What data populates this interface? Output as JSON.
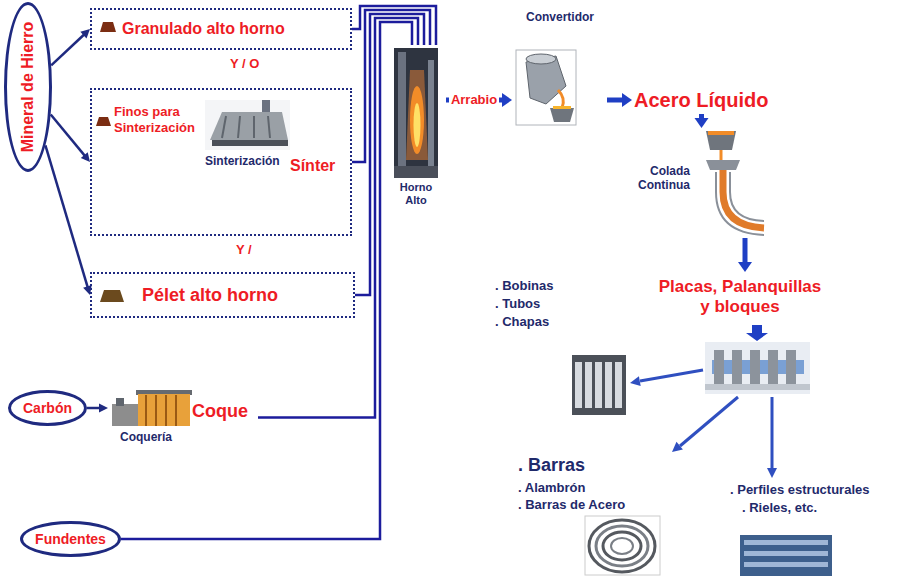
{
  "diagram": {
    "nodes": [
      {
        "text": [
          "Mineral de Hierro"
        ]
      },
      {
        "text": [
          "Granulado alto horno"
        ]
      },
      {
        "text": [
          "Finos para Sinterización",
          "Sinterización",
          "Sínter"
        ]
      },
      {
        "text": [
          "Pélet alto horno"
        ]
      },
      {
        "text": [
          "Carbón"
        ]
      },
      {
        "text": [
          "Coque",
          "Coquería"
        ]
      },
      {
        "text": [
          "Fundentes"
        ]
      },
      {
        "text": [
          "Horno Alto"
        ]
      },
      {
        "text": [
          "Convertidor"
        ]
      },
      {
        "text": [
          "Acero Líquido"
        ]
      },
      {
        "text": [
          "Colada Continua"
        ]
      },
      {
        "text": [
          "Placas, Palanquillas y bloques"
        ]
      },
      {
        "text": [
          ". Bobinas",
          ". Tubos",
          ". Chapas"
        ]
      },
      {
        "text": [
          ". Barras",
          ". Alambrón",
          ". Barras de Acero"
        ]
      },
      {
        "text": [
          ". Perfiles estructurales",
          ". Rieles, etc."
        ]
      }
    ],
    "edges": [
      {
        "from": 0,
        "to": 1,
        "arrow": "to"
      },
      {
        "from": 0,
        "to": 2,
        "arrow": "to"
      },
      {
        "from": 0,
        "to": 3,
        "arrow": "to"
      },
      {
        "from": 1,
        "to": 7,
        "arrow": "none"
      },
      {
        "from": 2,
        "to": 7,
        "arrow": "none"
      },
      {
        "from": 3,
        "to": 7,
        "arrow": "none"
      },
      {
        "from": 4,
        "to": 5,
        "arrow": "to"
      },
      {
        "from": 5,
        "to": 7,
        "arrow": "none"
      },
      {
        "from": 6,
        "to": 7,
        "arrow": "none"
      },
      {
        "from": 7,
        "to": 8,
        "label": "Arrabio",
        "arrow": "to"
      },
      {
        "from": 8,
        "to": 9,
        "arrow": "to"
      },
      {
        "from": 9,
        "to": 10,
        "arrow": "to"
      },
      {
        "from": 10,
        "to": 11,
        "arrow": "to"
      }
    ],
    "labels": [
      "Y / O",
      "Y /"
    ]
  }
}
